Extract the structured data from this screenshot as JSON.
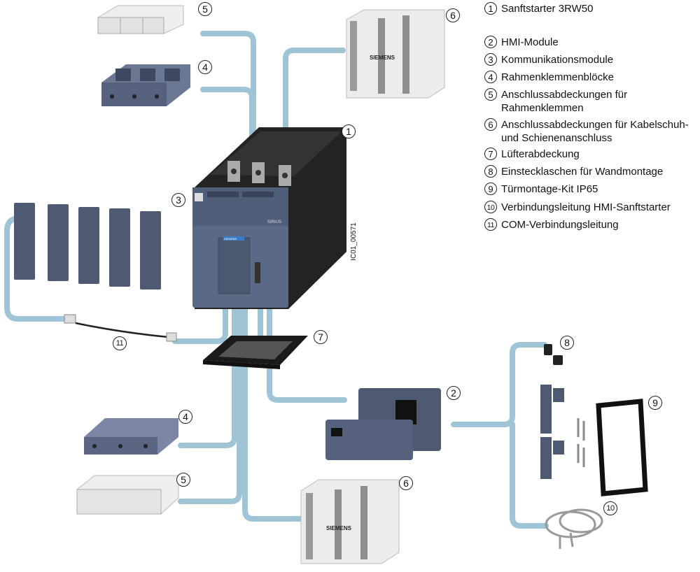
{
  "legend": [
    {
      "num": "1",
      "label": "Sanftstarter 3RW50"
    },
    {
      "num": "2",
      "label": "HMI-Module"
    },
    {
      "num": "3",
      "label": "Kommunikationsmodule"
    },
    {
      "num": "4",
      "label": "Rahmenklemmenblöcke"
    },
    {
      "num": "5",
      "label": "Anschlussabdeckungen für",
      "label2": "Rahmenklemmen"
    },
    {
      "num": "6",
      "label": "Anschlussabdeckungen für Kabelschuh-",
      "label2": "und Schienenanschluss"
    },
    {
      "num": "7",
      "label": "Lüfterabdeckung"
    },
    {
      "num": "8",
      "label": "Einstecklaschen für Wandmontage"
    },
    {
      "num": "9",
      "label": "Türmontage-Kit IP65"
    },
    {
      "num": "10",
      "label": "Verbindungsleitung HMI-Sanftstarter"
    },
    {
      "num": "11",
      "label": "COM-Verbindungsleitung"
    }
  ],
  "callouts": {
    "c1": "1",
    "c2": "2",
    "c3": "3",
    "c4a": "4",
    "c4b": "4",
    "c5a": "5",
    "c5b": "5",
    "c6a": "6",
    "c6b": "6",
    "c7": "7",
    "c8": "8",
    "c9": "9",
    "c10": "10",
    "c11": "11"
  },
  "figure_id": "IC01_00571",
  "device": {
    "brand": "SIEMENS",
    "series": "SIRIUS"
  },
  "colors": {
    "connector_line": "#9fc4d6",
    "device_body": "#5a6a86",
    "housing": "#2a2a2a"
  }
}
